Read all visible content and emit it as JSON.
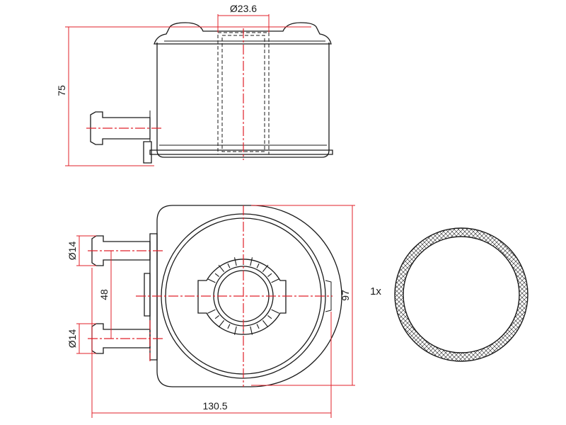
{
  "dimensions": {
    "bore_diameter": "Ø23.6",
    "height": "75",
    "port_diameter_upper": "Ø14",
    "port_diameter_lower": "Ø14",
    "port_spacing": "48",
    "body_height": "97",
    "overall_length": "130.5"
  },
  "gasket": {
    "quantity": "1x"
  },
  "colors": {
    "dimension_lines": "#e0202a",
    "outlines": "#1a1a1a",
    "background": "#ffffff"
  }
}
